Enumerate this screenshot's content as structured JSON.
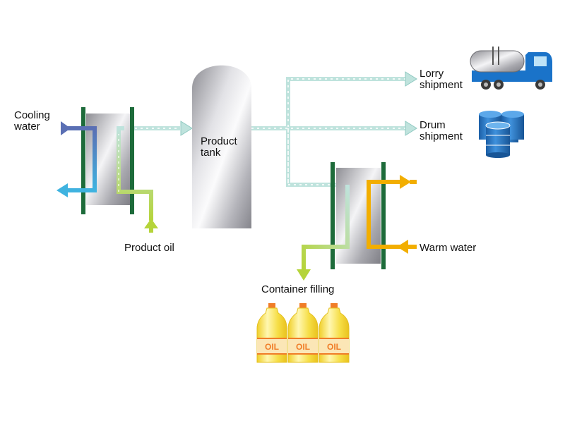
{
  "labels": {
    "cooling_water": [
      "Cooling",
      "water"
    ],
    "product_oil": "Product oil",
    "product_tank": [
      "Product",
      "tank"
    ],
    "lorry_shipment": [
      "Lorry",
      "shipment"
    ],
    "drum_shipment": [
      "Drum",
      "shipment"
    ],
    "warm_water": "Warm water",
    "container_filling": "Container filling",
    "bottle_label": "OIL"
  },
  "colors": {
    "oil_flow": "#bfe3dd",
    "oil_flow_edge": "#8fc9c1",
    "cooling_in": "#5a6fb4",
    "cooling_out": "#3fb3e0",
    "product_oil": "#b5d43a",
    "warm_water": "#f2ae00",
    "exchanger_frame": "#1d6b3a",
    "truck_body": "#1a73c9",
    "drum": "#1f6fbf",
    "bottle_fill": "#f5dc3c",
    "bottle_cap": "#f07d28",
    "bottle_label": "#f07d28"
  },
  "icons": {
    "truck": "tanker-truck-icon",
    "drums": "oil-drums-icon",
    "bottles": "oil-bottle-icon"
  }
}
